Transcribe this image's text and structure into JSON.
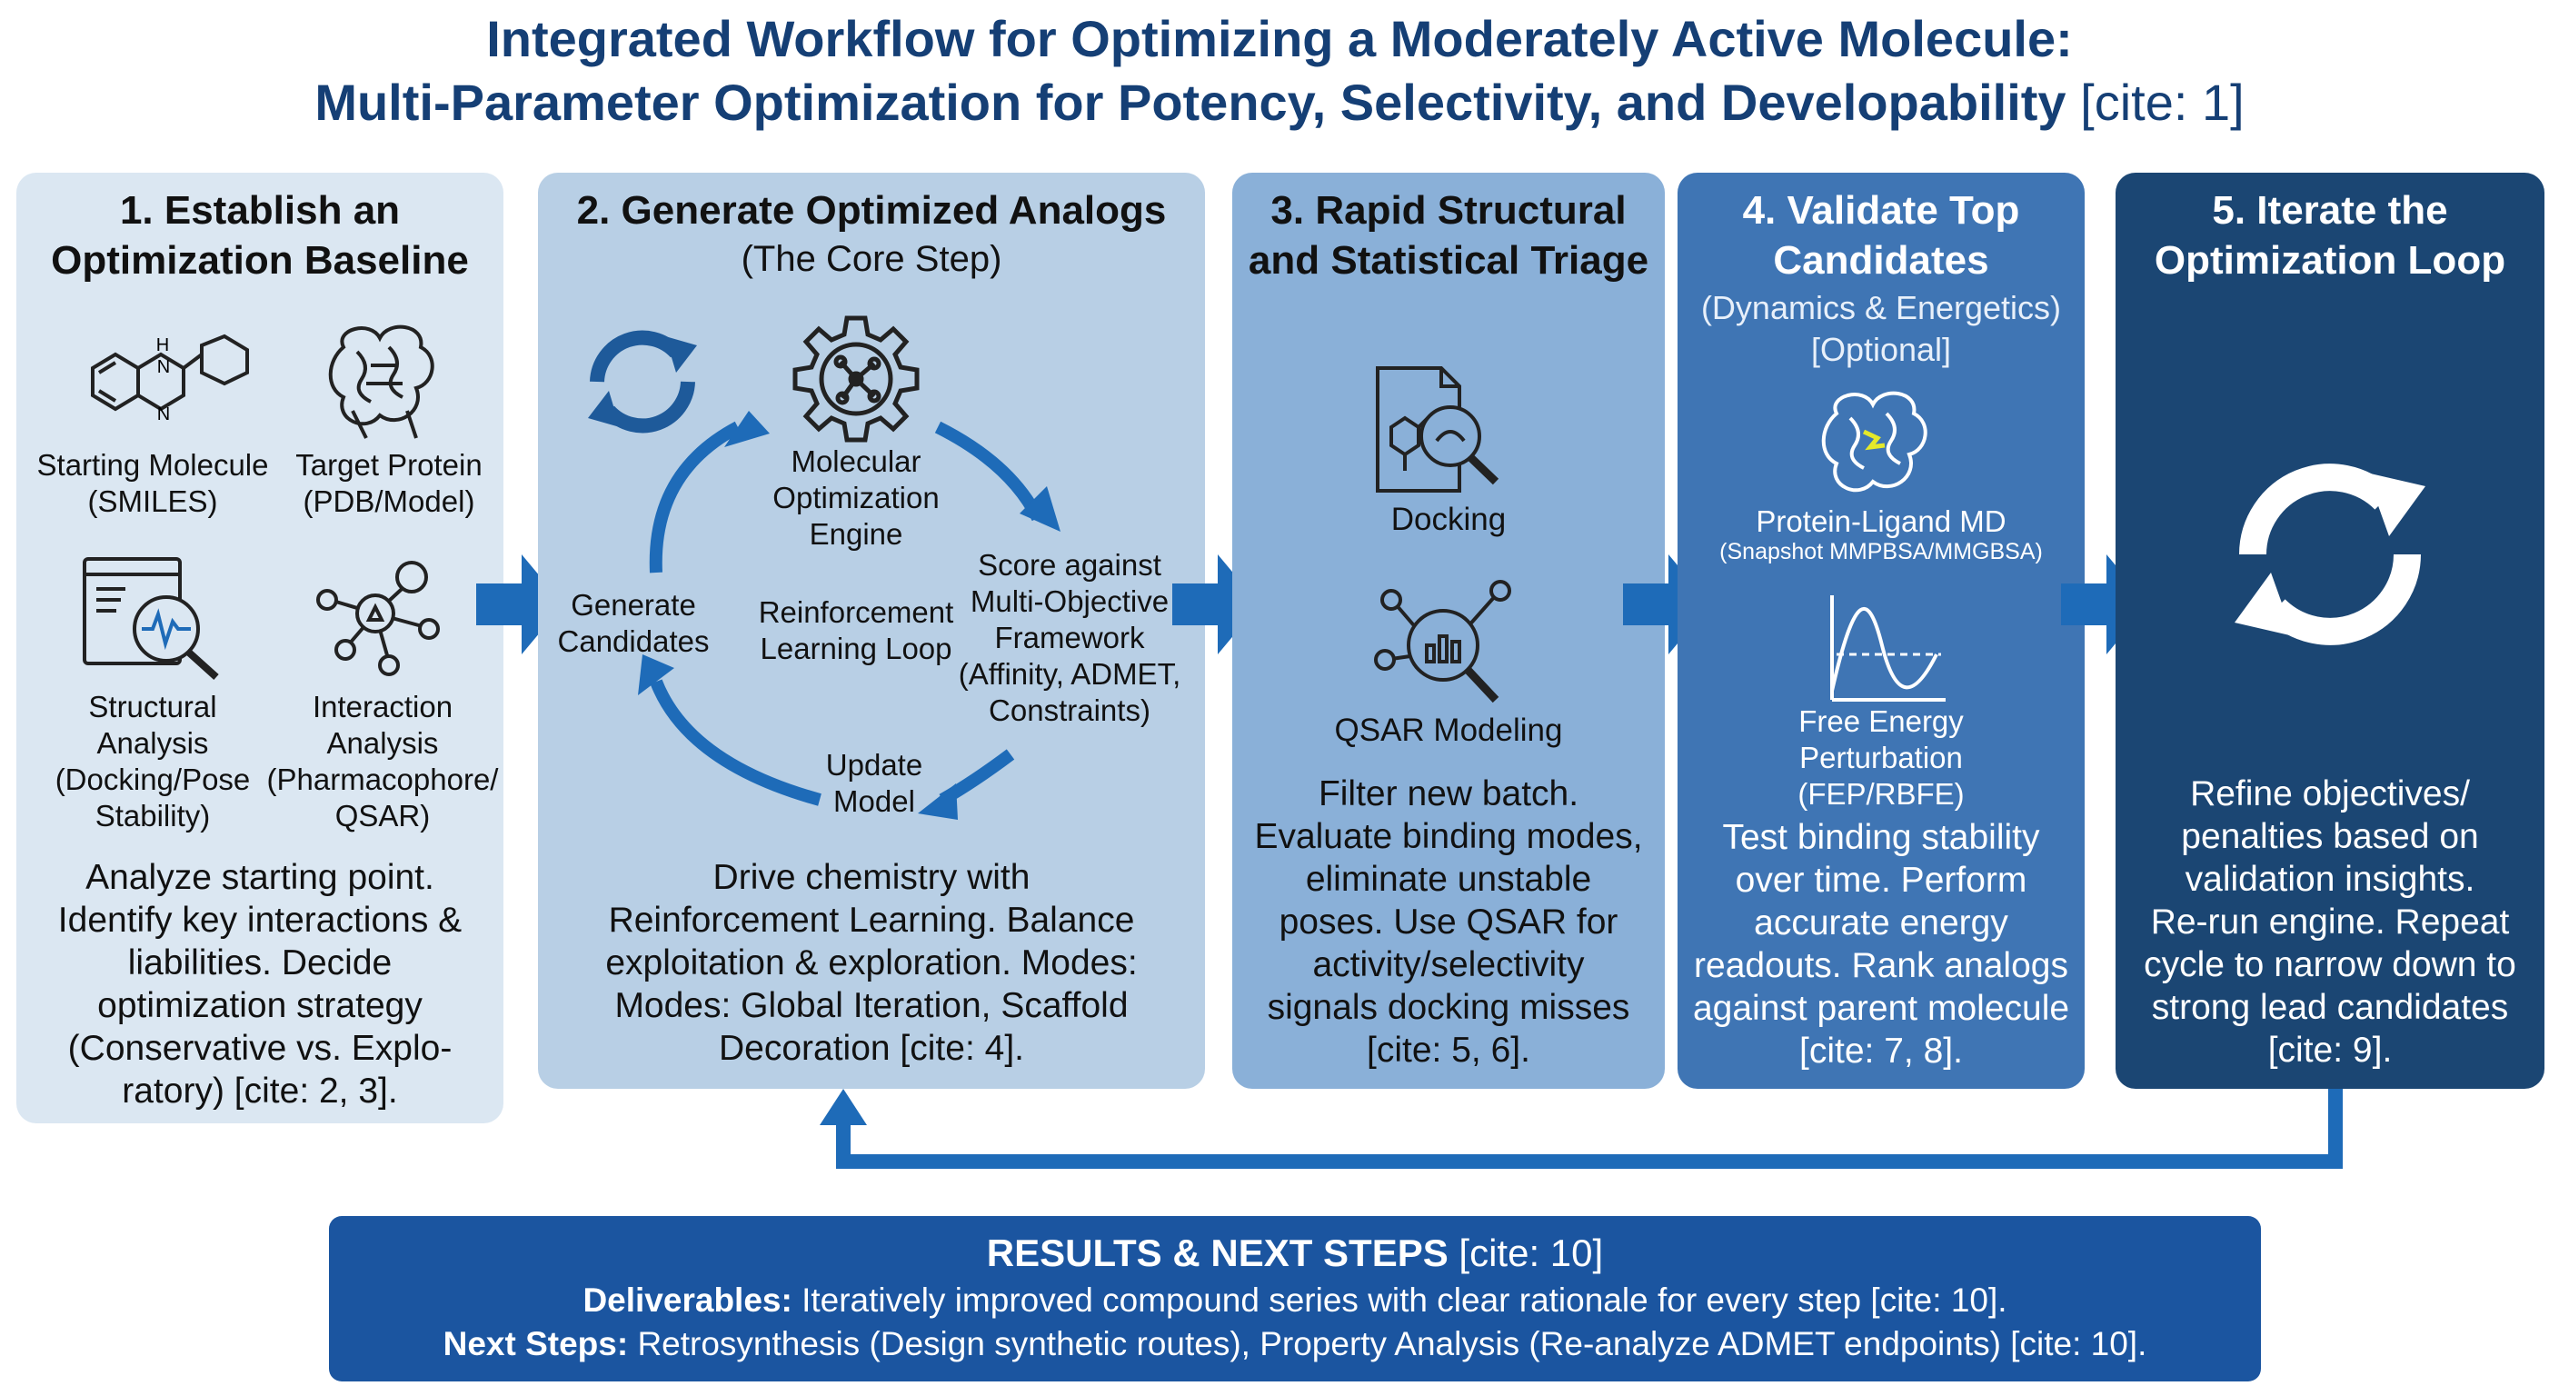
{
  "title": {
    "line1": "Integrated Workflow for Optimizing a Moderately Active Molecule:",
    "line2": "Multi-Parameter Optimization for Potency, Selectivity, and Developability",
    "line2_cite": " [cite: 1]"
  },
  "panel1": {
    "title": "1. Establish an\nOptimization Baseline",
    "items": [
      {
        "label": "Starting Molecule\n(SMILES)",
        "icon": "molecule-icon"
      },
      {
        "label": "Target Protein\n(PDB/Model)",
        "icon": "protein-icon"
      },
      {
        "label": "Structural\nAnalysis\n(Docking/Pose\nStability)",
        "icon": "structural-analysis-icon"
      },
      {
        "label": "Interaction\nAnalysis\n(Pharmacophore/\nQSAR)",
        "icon": "interaction-network-icon"
      }
    ],
    "molecule_atoms": [
      "H",
      "N",
      "N"
    ],
    "description": "Analyze starting point.\nIdentify key interactions &\nliabilities. Decide\noptimization strategy\n(Conservative vs. Explo-\nratory) [cite: 2, 3]."
  },
  "panel2": {
    "title": "2. Generate Optimized Analogs",
    "subtitle": "(The Core Step)",
    "engine": "Molecular\nOptimization\nEngine",
    "generate": "Generate\nCandidates",
    "loop": "Reinforcement\nLearning Loop",
    "score": "Score against\nMulti-Objective\nFramework\n(Affinity, ADMET,\nConstraints)",
    "update": "Update\nModel",
    "description": "Drive chemistry with\nReinforcement Learning. Balance\nexploitation & exploration. Modes:\nModes: Global Iteration, Scaffold\nDecoration [cite: 4]."
  },
  "panel3": {
    "title": "3. Rapid Structural\nand Statistical Triage",
    "docking": "Docking",
    "qsar": "QSAR Modeling",
    "description": "Filter new batch.\nEvaluate binding modes,\neliminate unstable\nposes. Use QSAR for\nactivity/selectivity\nsignals docking misses\n[cite: 5, 6]."
  },
  "panel4": {
    "title": "4. Validate Top\nCandidates",
    "subtitle": "(Dynamics & Energetics)\n[Optional]",
    "md": "Protein-Ligand MD",
    "md_sub": "(Snapshot MMPBSA/MMGBSA)",
    "fep": "Free Energy\nPerturbation\n(FEP/RBFE)",
    "description": "Test binding stability\nover time. Perform\naccurate energy\nreadouts. Rank analogs\nagainst parent molecule\n[cite: 7, 8]."
  },
  "panel5": {
    "title": "5. Iterate the\nOptimization Loop",
    "description": "Refine objectives/\npenalties based on\nvalidation insights.\nRe-run engine. Repeat\ncycle to narrow down to\nstrong lead candidates\n[cite: 9]."
  },
  "results": {
    "title": "RESULTS & NEXT STEPS",
    "title_cite": " [cite: 10]",
    "deliverables_label": "Deliverables:",
    "deliverables_text": " Iteratively improved compound series with clear rationale for every step [cite: 10].",
    "next_label": "Next Steps:",
    "next_text": " Retrosynthesis (Design synthetic routes), Property Analysis (Re-analyze ADMET endpoints) [cite: 10]."
  },
  "colors": {
    "title": "#153f75",
    "panel1": "#dbe7f2",
    "panel2": "#b8cfe5",
    "panel3": "#8ab0d8",
    "panel4": "#3f75b4",
    "panel5": "#1b4673",
    "arrow": "#1e6bb8",
    "results": "#1b55a0"
  }
}
